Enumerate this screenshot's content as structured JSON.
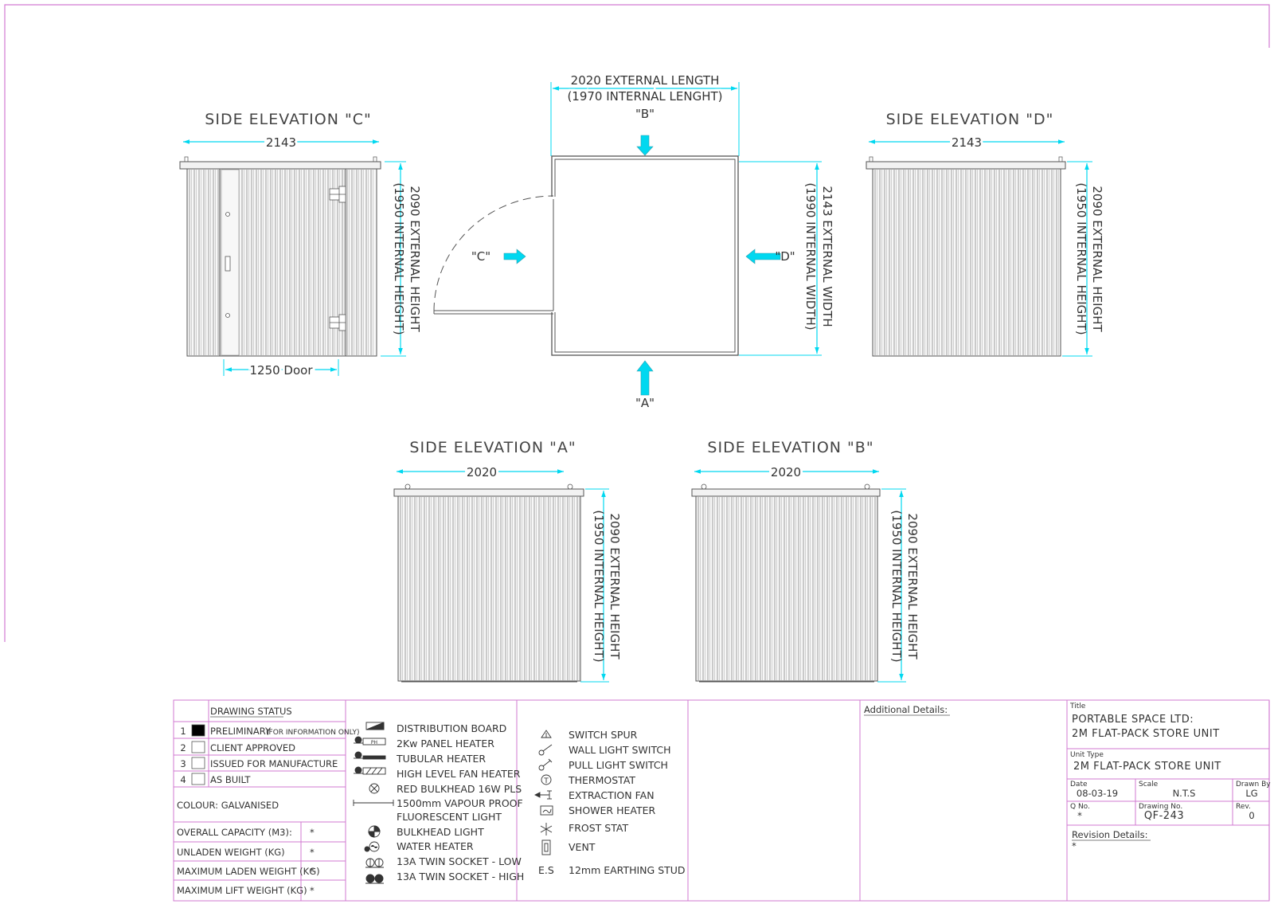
{
  "elevations": {
    "c": {
      "title": "SIDE ELEVATION \"C\"",
      "width": "2143",
      "door": "1250 Door",
      "height": "2090 EXTERNAL HEIGHT",
      "height_internal": "(1950 INTERNAL HEIGHT)"
    },
    "d": {
      "title": "SIDE ELEVATION \"D\"",
      "width": "2143",
      "height": "2090 EXTERNAL HEIGHT",
      "height_internal": "(1950 INTERNAL HEIGHT)"
    },
    "a": {
      "title": "SIDE ELEVATION \"A\"",
      "width": "2020",
      "height": "2090 EXTERNAL HEIGHT",
      "height_internal": "(1950 INTERNAL HEIGHT)"
    },
    "b": {
      "title": "SIDE ELEVATION \"B\"",
      "width": "2020",
      "height": "2090 EXTERNAL HEIGHT",
      "height_internal": "(1950 INTERNAL HEIGHT)"
    }
  },
  "plan": {
    "length": "2020 EXTERNAL LENGTH",
    "length_internal": "(1970 INTERNAL LENGHT)",
    "width": "2143 EXTERNAL WIDTH",
    "width_internal": "(1990 INTERNAL WIDTH)",
    "labels": {
      "a": "\"A\"",
      "b": "\"B\"",
      "c": "\"C\"",
      "d": "\"D\""
    }
  },
  "drawing_status": {
    "header": "DRAWING STATUS",
    "items": [
      {
        "num": "1",
        "label": "PRELIMINARY",
        "note": "(FOR INFORMATION ONLY)",
        "checked": true
      },
      {
        "num": "2",
        "label": "CLIENT APPROVED",
        "checked": false
      },
      {
        "num": "3",
        "label": "ISSUED FOR MANUFACTURE",
        "checked": false
      },
      {
        "num": "4",
        "label": "AS BUILT",
        "checked": false
      }
    ],
    "colour": "COLOUR: GALVANISED",
    "specs": [
      {
        "label": "OVERALL CAPACITY (M3):",
        "value": "*"
      },
      {
        "label": "UNLADEN WEIGHT (KG)",
        "value": "*"
      },
      {
        "label": "MAXIMUM LADEN WEIGHT (KG)",
        "value": "*"
      },
      {
        "label": "MAXIMUM LIFT WEIGHT (KG)",
        "value": "*"
      }
    ]
  },
  "legend_left": [
    {
      "icon": "distribution-board-icon",
      "label": "DISTRIBUTION BOARD"
    },
    {
      "icon": "panel-heater-icon",
      "label": "2Kw PANEL HEATER",
      "icon_text": "PH"
    },
    {
      "icon": "tubular-heater-icon",
      "label": "TUBULAR HEATER"
    },
    {
      "icon": "fan-heater-icon",
      "label": "HIGH LEVEL FAN HEATER"
    },
    {
      "icon": "bulkhead-red-icon",
      "label": "RED BULKHEAD 16W PLS"
    },
    {
      "icon": "fluorescent-light-icon",
      "label": "1500mm VAPOUR PROOF",
      "label2": "FLUORESCENT LIGHT"
    },
    {
      "icon": "bulkhead-light-icon",
      "label": "BULKHEAD LIGHT"
    },
    {
      "icon": "water-heater-icon",
      "label": "WATER HEATER"
    },
    {
      "icon": "twin-socket-low-icon",
      "label": "13A TWIN SOCKET - LOW"
    },
    {
      "icon": "twin-socket-high-icon",
      "label": "13A TWIN SOCKET - HIGH"
    }
  ],
  "legend_right": [
    {
      "icon": "switch-spur-icon",
      "label": "SWITCH SPUR"
    },
    {
      "icon": "wall-light-switch-icon",
      "label": "WALL LIGHT SWITCH"
    },
    {
      "icon": "pull-light-switch-icon",
      "label": "PULL LIGHT SWITCH"
    },
    {
      "icon": "thermostat-icon",
      "label": "THERMOSTAT",
      "icon_text": "T"
    },
    {
      "icon": "extraction-fan-icon",
      "label": "EXTRACTION FAN"
    },
    {
      "icon": "shower-heater-icon",
      "label": "SHOWER HEATER"
    },
    {
      "icon": "frost-stat-icon",
      "label": "FROST STAT"
    },
    {
      "icon": "vent-icon",
      "label": "VENT"
    },
    {
      "icon": "earthing-stud-icon",
      "label": "12mm EARTHING STUD",
      "icon_text": "E.S"
    }
  ],
  "additional_details": "Additional Details:",
  "title_block": {
    "title_label": "Title",
    "title_line1": "PORTABLE SPACE LTD:",
    "title_line2": "2M FLAT-PACK STORE UNIT",
    "unit_type_label": "Unit Type",
    "unit_type": "2M FLAT-PACK STORE UNIT",
    "date_label": "Date",
    "date": "08-03-19",
    "scale_label": "Scale",
    "scale": "N.T.S",
    "drawn_by_label": "Drawn By",
    "drawn_by": "LG",
    "q_no_label": "Q No.",
    "q_no": "*",
    "drawing_no_label": "Drawing No.",
    "drawing_no": "QF-243",
    "rev_label": "Rev.",
    "rev": "0",
    "revision_details_label": "Revision Details:",
    "revision_details": "*"
  },
  "colors": {
    "dimension": "#00d8f0",
    "frame": "#d27ad2",
    "outline": "#555555"
  }
}
